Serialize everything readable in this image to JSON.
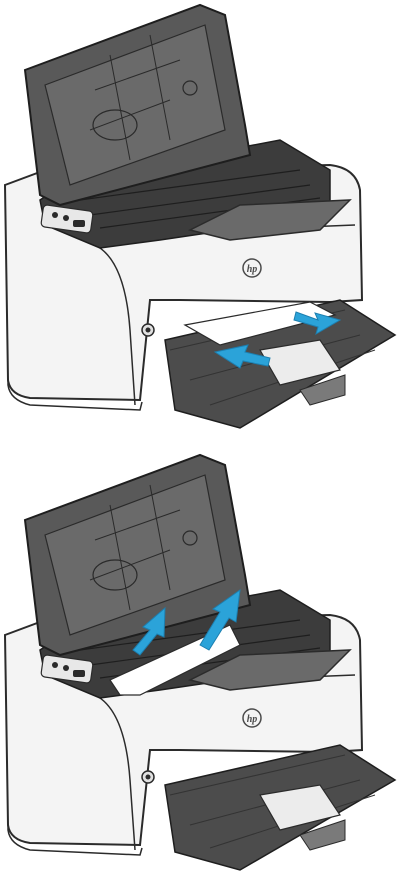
{
  "brand": {
    "logo_text": "hp"
  },
  "colors": {
    "arrow": "#2ba3d9",
    "arrow_outline": "#1c7fb0",
    "body": "#f4f4f4",
    "outline": "#2b2b2b",
    "dark": "#4a4a4a",
    "paper": "#ffffff"
  },
  "steps": [
    {
      "id": "step-1",
      "arrows": [
        "arrow-right",
        "arrow-left"
      ]
    },
    {
      "id": "step-2",
      "arrows": [
        "arrow-up-left",
        "arrow-up-right"
      ]
    }
  ]
}
